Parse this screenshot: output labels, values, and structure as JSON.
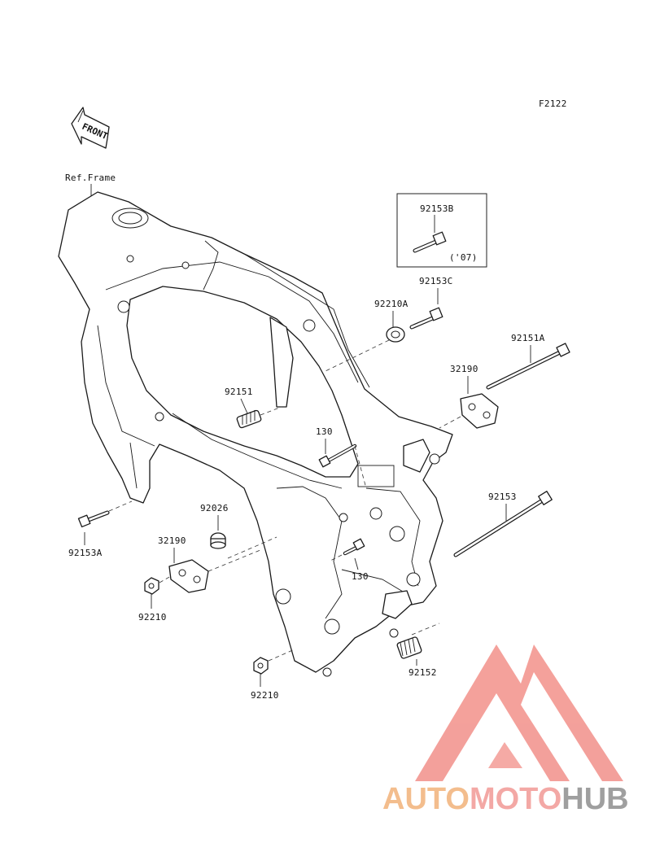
{
  "figure_code": "F2122",
  "front_marker": "FRONT",
  "ref_label": "Ref.Frame",
  "inset": {
    "part": "92153B",
    "note": "('07)"
  },
  "parts": [
    {
      "id": "92153C",
      "label": "92153C"
    },
    {
      "id": "92210A",
      "label": "92210A"
    },
    {
      "id": "92151A",
      "label": "92151A"
    },
    {
      "id": "32190-right",
      "label": "32190"
    },
    {
      "id": "92151",
      "label": "92151"
    },
    {
      "id": "130-upper",
      "label": "130"
    },
    {
      "id": "92153",
      "label": "92153"
    },
    {
      "id": "92026",
      "label": "92026"
    },
    {
      "id": "32190-left",
      "label": "32190"
    },
    {
      "id": "92153A",
      "label": "92153A"
    },
    {
      "id": "130-lower",
      "label": "130"
    },
    {
      "id": "92210-left",
      "label": "92210"
    },
    {
      "id": "92152",
      "label": "92152"
    },
    {
      "id": "92210-bottom",
      "label": "92210"
    }
  ],
  "watermark": {
    "part1": "AUTO",
    "part2": "MOTO",
    "part3": "HUB",
    "color1": "#f2b27a",
    "color2": "#f29a96",
    "color3": "#8f8f8f"
  }
}
